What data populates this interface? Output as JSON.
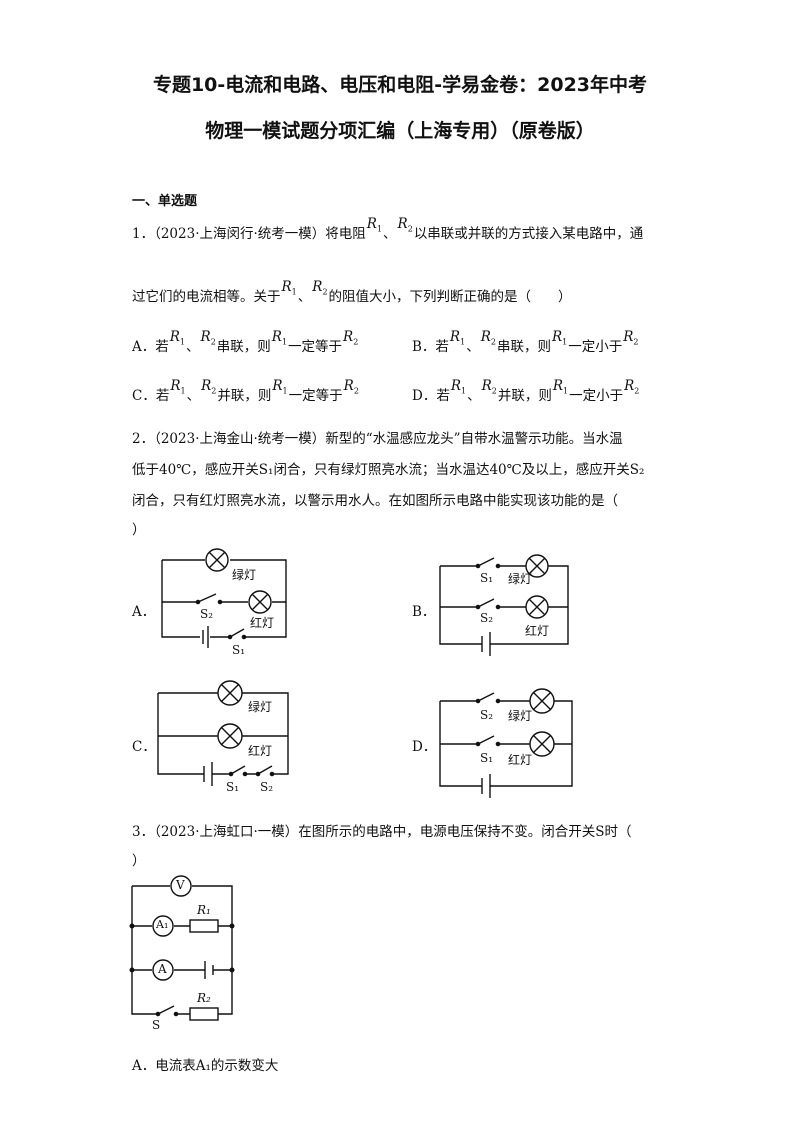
{
  "title": {
    "line1": "专题10-电流和电路、电压和电阻-学易金卷：2023年中考",
    "line2": "物理一模试题分项汇编（上海专用）（原卷版）"
  },
  "section": "一、单选题",
  "q1": {
    "line1_pre": "1．（2023·上海闵行·统考一模）将电阻",
    "line1_post": "以串联或并联的方式接入某电路中，通",
    "line2_pre": "过它们的电流相等。关于",
    "line2_post": "的阻值大小，下列判断正确的是（　　）",
    "R": "R",
    "s1": "1",
    "s2": "2",
    "dun": "、",
    "opt_a": {
      "letter": "A．若",
      "rel": "串联，则",
      "end": "一定等于"
    },
    "opt_b": {
      "letter": "B．若",
      "rel": "串联，则",
      "end": "一定小于"
    },
    "opt_c": {
      "letter": "C．若",
      "rel": "并联，则",
      "end": "一定等于"
    },
    "opt_d": {
      "letter": "D．若",
      "rel": "并联，则",
      "end": "一定小于"
    }
  },
  "q2": {
    "line1": "2．（2023·上海金山·统考一模）新型的“水温感应龙头”自带水温警示功能。当水温",
    "line2": "低于40℃，感应开关S₁闭合，只有绿灯照亮水流；当水温达40℃及以上，感应开关S₂",
    "line3": "闭合，只有红灯照亮水流，以警示用水人。在如图所示电路中能实现该功能的是（",
    "line4": "）",
    "labels": {
      "a": "A．",
      "b": "B．",
      "c": "C．",
      "d": "D．"
    },
    "green": "绿灯",
    "red": "红灯",
    "s1": "S₁",
    "s2": "S₂"
  },
  "q3": {
    "line1": "3．（2023·上海虹口·一模）在图所示的电路中，电源电压保持不变。闭合开关S时（",
    "line2": "）",
    "v": "V",
    "a1": "A₁",
    "a": "A",
    "r1": "R₁",
    "r2": "R₂",
    "s": "S",
    "opt_a": "A．电流表A₁的示数变大"
  }
}
